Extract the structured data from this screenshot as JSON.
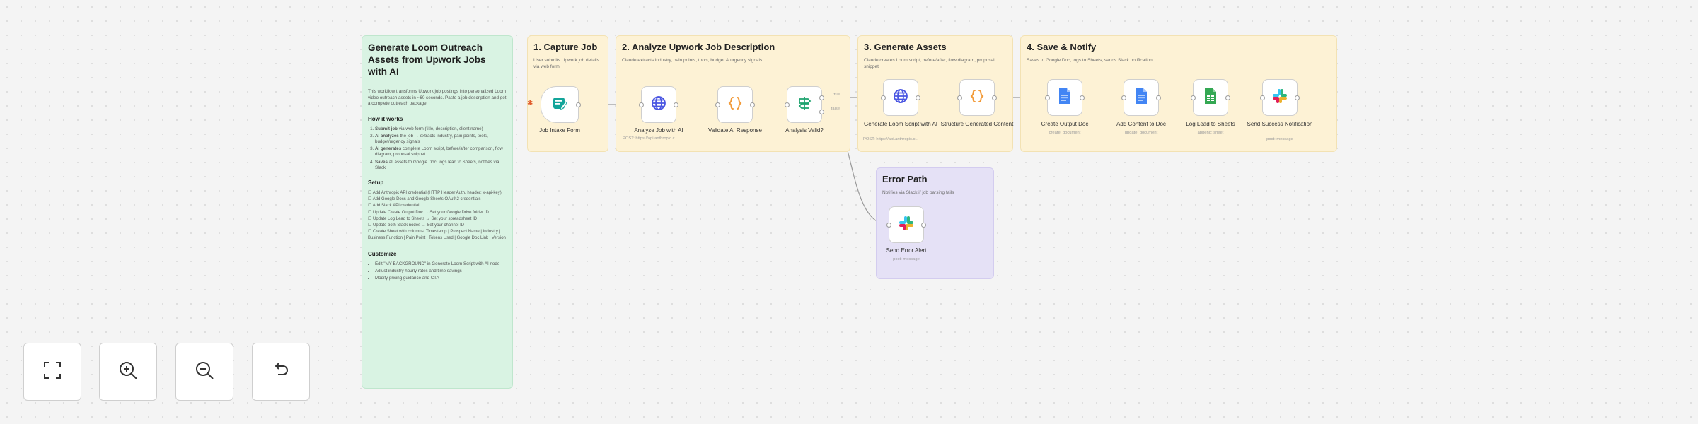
{
  "overview": {
    "title": "Generate Loom Outreach Assets from Upwork Jobs with AI",
    "description": "This workflow transforms Upwork job postings into personalized Loom video outreach assets in ~60 seconds. Paste a job description and get a complete outreach package.",
    "how_heading": "How it works",
    "how_items": [
      {
        "bold": "Submit job",
        "text": " via web form (title, description, client name)"
      },
      {
        "bold": "AI analyzes",
        "text": " the job → extracts industry, pain points, tools, budget/urgency signals"
      },
      {
        "bold": "AI generates",
        "text": " complete Loom script, before/after comparison, flow diagram, proposal snippet"
      },
      {
        "bold": "Saves",
        "text": " all assets to Google Doc, logs lead to Sheets, notifies via Slack"
      }
    ],
    "setup_heading": "Setup",
    "setup_lines": [
      "☐ Add Anthropic API credential (HTTP Header Auth, header: x-api-key)",
      "☐ Add Google Docs and Google Sheets OAuth2 credentials",
      "☐ Add Slack API credential",
      "☐ Update Create Output Doc → Set your Google Drive folder ID",
      "☐ Update Log Lead to Sheets → Set your spreadsheet ID",
      "☐ Update both Slack nodes → Set your channel ID",
      "☐ Create Sheet with columns: Timestamp | Prospect Name | Industry | Business Function | Pain Point | Tokens Used | Google Doc Link | Version"
    ],
    "customize_heading": "Customize",
    "customize_items": [
      "Edit \"MY BACKGROUND\" in Generate Loom Script with AI node",
      "Adjust industry hourly rates and time savings",
      "Modify pricing guidance and CTA"
    ]
  },
  "stickies": {
    "capture": {
      "title": "1. Capture Job",
      "desc": "User submits Upwork job details via web form"
    },
    "analyze": {
      "title": "2. Analyze Upwork Job Description",
      "desc": "Claude extracts industry, pain points, tools, budget & urgency signals"
    },
    "generate": {
      "title": "3. Generate Assets",
      "desc": "Claude creates Loom script, before/after, flow diagram, proposal snippet"
    },
    "save": {
      "title": "4. Save & Notify",
      "desc": "Saves to Google Doc, logs to Sheets, sends Slack notification"
    },
    "error": {
      "title": "Error Path",
      "desc": "Notifies via Slack if job parsing fails"
    }
  },
  "nodes": {
    "job_intake": {
      "label": "Job Intake Form",
      "icon": "form-icon"
    },
    "analyze_job": {
      "label": "Analyze Job with AI",
      "sub": "POST: https://api.anthropic.c...",
      "icon": "globe-icon"
    },
    "validate": {
      "label": "Validate AI Response",
      "icon": "code-braces-icon"
    },
    "analysis_valid": {
      "label": "Analysis Valid?",
      "icon": "if-signpost-icon",
      "true_label": "true",
      "false_label": "false"
    },
    "generate_script": {
      "label": "Generate Loom Script with AI",
      "sub": "POST: https://api.anthropic.c...",
      "icon": "globe-icon"
    },
    "structure": {
      "label": "Structure Generated Content",
      "icon": "code-braces-icon"
    },
    "create_doc": {
      "label": "Create Output Doc",
      "sub": "create: document",
      "icon": "google-docs-icon"
    },
    "add_content": {
      "label": "Add Content to Doc",
      "sub": "update: document",
      "icon": "google-docs-icon"
    },
    "log_lead": {
      "label": "Log Lead to Sheets",
      "sub": "append: sheet",
      "icon": "google-sheets-icon"
    },
    "send_success": {
      "label": "Send Success Notification",
      "sub": "post: message",
      "icon": "slack-icon"
    },
    "send_error": {
      "label": "Send Error Alert",
      "sub": "post: message",
      "icon": "slack-icon"
    }
  },
  "controls": {
    "fit": "fit-to-view-icon",
    "zoom_in": "zoom-in-icon",
    "zoom_out": "zoom-out-icon",
    "reset": "undo-icon"
  },
  "colors": {
    "accent": "#e05b2c",
    "globe": "#4a56e2",
    "code": "#f29a38",
    "docs": "#4285f4",
    "sheets": "#34a853",
    "sticky_yellow": "#fdf2d5",
    "sticky_green": "#d9f3e3",
    "sticky_purple": "#e5e1f6"
  }
}
